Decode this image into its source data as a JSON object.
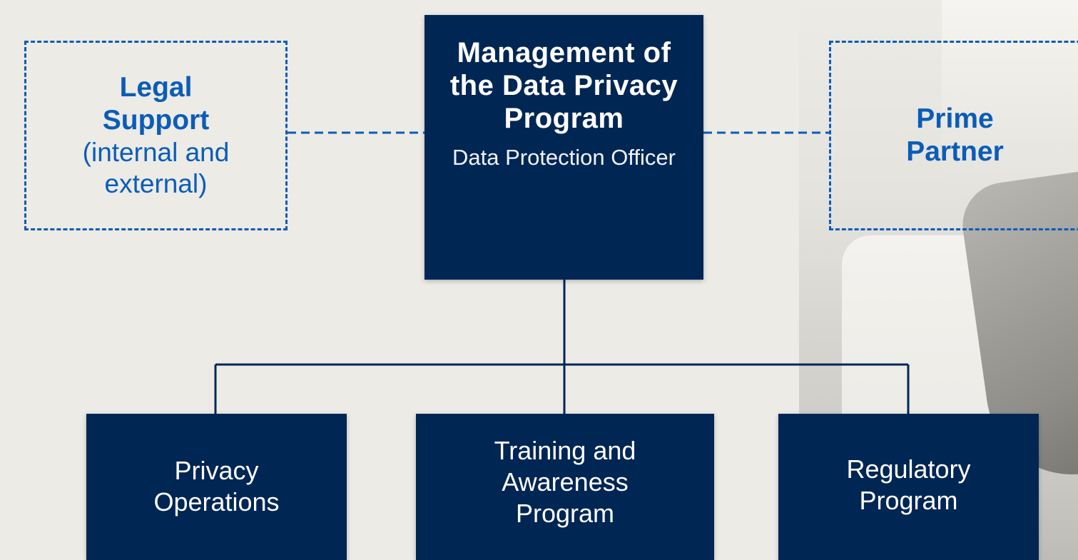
{
  "main": {
    "title": "Management of the Data Privacy Program",
    "subtitle": "Data Protection Officer"
  },
  "legal": {
    "title_line1": "Legal",
    "title_line2": "Support",
    "detail": "(internal and external)"
  },
  "prime": {
    "title_line1": "Prime",
    "title_line2": "Partner"
  },
  "children": [
    {
      "label": "Privacy Operations"
    },
    {
      "label": "Training and Awareness Program"
    },
    {
      "label": "Regulatory Program"
    }
  ],
  "colors": {
    "box_fill": "#002654",
    "dashed_accent": "#0b5cb7",
    "background": "#ecebe6"
  }
}
